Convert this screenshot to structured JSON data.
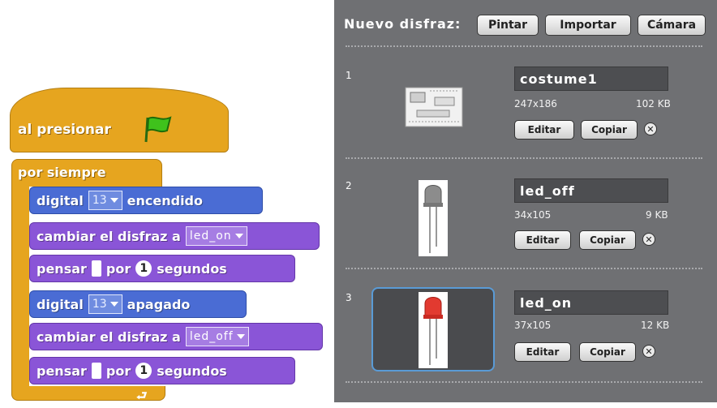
{
  "script": {
    "hat_label": "al presionar",
    "forever_label": "por siempre",
    "blocks": [
      {
        "pre": "digital",
        "dropdown": "13",
        "post": "encendido"
      },
      {
        "pre": "cambiar el disfraz a",
        "dropdown": "led_on"
      },
      {
        "pre": "pensar",
        "mid": "por",
        "number": "1",
        "post": "segundos"
      },
      {
        "pre": "digital",
        "dropdown": "13",
        "post": "apagado"
      },
      {
        "pre": "cambiar el disfraz a",
        "dropdown": "led_off"
      },
      {
        "pre": "pensar",
        "mid": "por",
        "number": "1",
        "post": "segundos"
      }
    ]
  },
  "panel": {
    "new_costume_label": "Nuevo disfraz:",
    "buttons": {
      "paint": "Pintar",
      "import": "Importar",
      "camera": "Cámara"
    },
    "costumes": [
      {
        "index": "1",
        "name": "costume1",
        "dims": "247x186",
        "size": "102 KB",
        "edit": "Editar",
        "copy": "Copiar"
      },
      {
        "index": "2",
        "name": "led_off",
        "dims": "34x105",
        "size": "9 KB",
        "edit": "Editar",
        "copy": "Copiar"
      },
      {
        "index": "3",
        "name": "led_on",
        "dims": "37x105",
        "size": "12 KB",
        "edit": "Editar",
        "copy": "Copiar"
      }
    ]
  },
  "colors": {
    "control": "#e6a51f",
    "motion": "#4a6cd4",
    "looks": "#8a55d7",
    "panel": "#6f7073",
    "selection": "#5a9bd6"
  }
}
